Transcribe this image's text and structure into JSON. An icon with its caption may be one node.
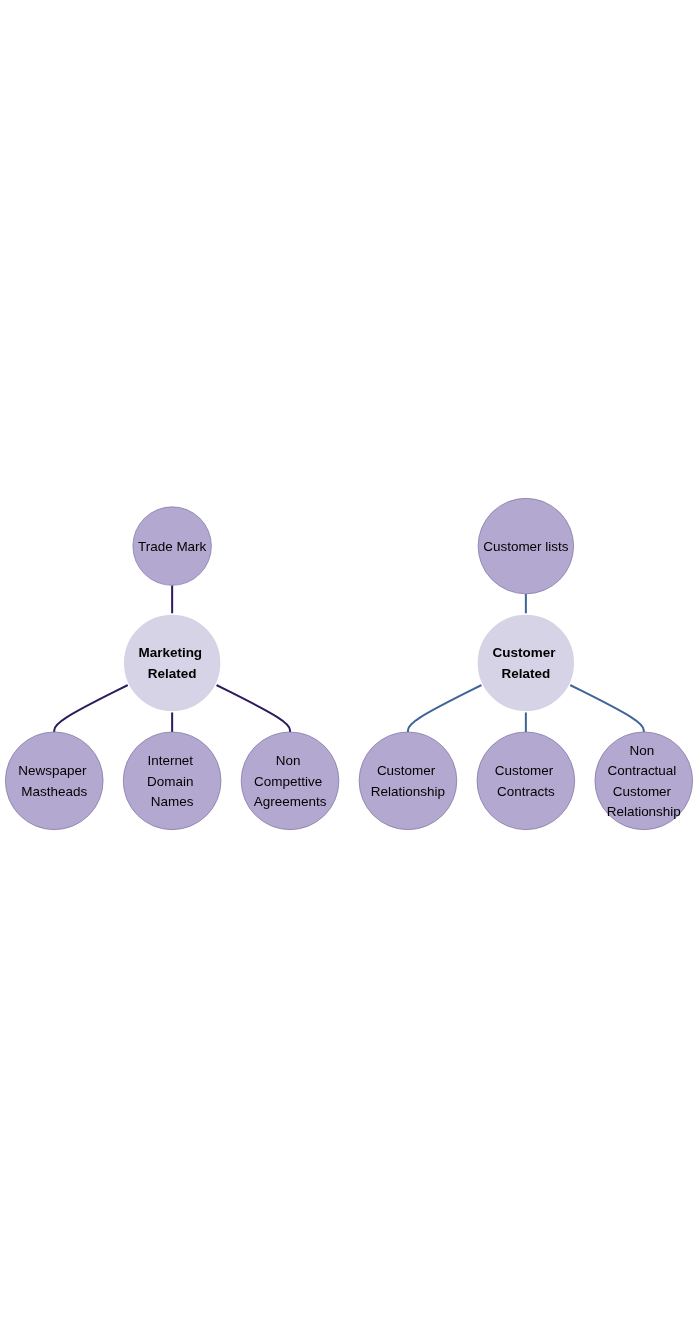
{
  "diagram": {
    "nodes": [
      {
        "text": [
          "Trade Mark"
        ]
      },
      {
        "text": [
          "Newspaper Mastheads"
        ]
      },
      {
        "text": [
          "Marketing Related"
        ]
      },
      {
        "text": [
          "Internet Domain Names"
        ]
      },
      {
        "text": [
          "Non Compettive Agreements"
        ]
      },
      {
        "text": [
          "Customer lists"
        ]
      },
      {
        "text": [
          "Customer Relationship"
        ]
      },
      {
        "text": [
          "Customer Related"
        ]
      },
      {
        "text": [
          "Customer Contracts"
        ]
      },
      {
        "text": [
          "Non Contractual Customer Relationship"
        ]
      }
    ],
    "edges": [
      {
        "from": 0,
        "to": 2,
        "arrow": "none",
        "color": "#2e1a5e"
      },
      {
        "from": 2,
        "to": 1,
        "arrow": "none",
        "color": "#2e1a5e"
      },
      {
        "from": 2,
        "to": 3,
        "arrow": "none",
        "color": "#2e1a5e"
      },
      {
        "from": 2,
        "to": 4,
        "arrow": "none",
        "color": "#2e1a5e"
      },
      {
        "from": 5,
        "to": 7,
        "arrow": "none",
        "color": "#3f6496"
      },
      {
        "from": 7,
        "to": 6,
        "arrow": "none",
        "color": "#3f6496"
      },
      {
        "from": 7,
        "to": 8,
        "arrow": "none",
        "color": "#3f6496"
      },
      {
        "from": 7,
        "to": 9,
        "arrow": "none",
        "color": "#3f6496"
      }
    ]
  }
}
